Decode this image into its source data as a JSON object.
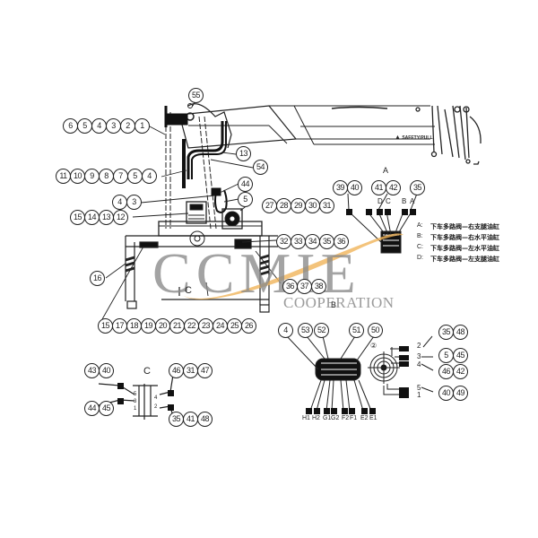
{
  "diagram": {
    "title_marks": {
      "view_a": "A",
      "view_b": "B",
      "view_c_section": "C",
      "view_c_detail": "C"
    },
    "boom_warning_label": "SAFETY/PULL",
    "callout_groups": {
      "top_left_1": [
        "6",
        "5",
        "4",
        "3",
        "2",
        "1"
      ],
      "top_55": [
        "55"
      ],
      "right_13": [
        "13"
      ],
      "right_54": [
        "54"
      ],
      "left_2": [
        "11",
        "10",
        "9",
        "8",
        "7",
        "5",
        "4"
      ],
      "right_44": [
        "44"
      ],
      "right_5": [
        "5"
      ],
      "left_43": [
        "4",
        "3"
      ],
      "left_12": [
        "15",
        "14",
        "13",
        "12"
      ],
      "motor_27": [
        "27",
        "28",
        "29",
        "30",
        "31"
      ],
      "mid_32": [
        "32",
        "33",
        "34",
        "35",
        "36"
      ],
      "left_16": [
        "16"
      ],
      "bottom_row": [
        "15",
        "17",
        "18",
        "19",
        "20",
        "21",
        "22",
        "23",
        "24",
        "25",
        "26"
      ],
      "mid_36": [
        "36",
        "37",
        "38"
      ],
      "valve_39": [
        "39",
        "40"
      ],
      "valve_41": [
        "41",
        "42"
      ],
      "valve_35": [
        "35"
      ],
      "b_4": [
        "4"
      ],
      "b_53": [
        "53"
      ],
      "b_52": [
        "52"
      ],
      "b_51": [
        "51"
      ],
      "b_50": [
        "50"
      ],
      "conn_35_48": [
        "35",
        "48"
      ],
      "conn_5_45": [
        "5",
        "45"
      ],
      "conn_46_42": [
        "46",
        "42"
      ],
      "conn_40_49": [
        "40",
        "49"
      ],
      "c_43_40": [
        "43",
        "40"
      ],
      "c_44_45": [
        "44",
        "45"
      ],
      "c_46_31_47": [
        "46",
        "31",
        "47"
      ],
      "c_35_41_48": [
        "35",
        "41",
        "48"
      ]
    },
    "valve_port_letters": [
      "D",
      "C",
      "B",
      "A"
    ],
    "valve_legend": [
      {
        "key": "A:",
        "text": "下车多路阀—右支腿油缸"
      },
      {
        "key": "B:",
        "text": "下车多路阀—右水平油缸"
      },
      {
        "key": "C:",
        "text": "下车多路阀—左水平油缸"
      },
      {
        "key": "D:",
        "text": "下车多路阀—左支腿油缸"
      }
    ],
    "b_port_labels": [
      "H1",
      "H2",
      "G1",
      "G2",
      "F2",
      "F1",
      "E2",
      "E1"
    ],
    "connector_pin_numbers": [
      "2",
      "3",
      "4",
      "5",
      "1"
    ],
    "c_pin_numbers": [
      "5",
      "3",
      "1",
      "4",
      "2"
    ],
    "b_marker": "②"
  },
  "watermark": {
    "brand": "CCMIE",
    "sub": "COOPERATION",
    "swoosh_color": "#f0b45a",
    "text_color": "#8a8a8a"
  }
}
